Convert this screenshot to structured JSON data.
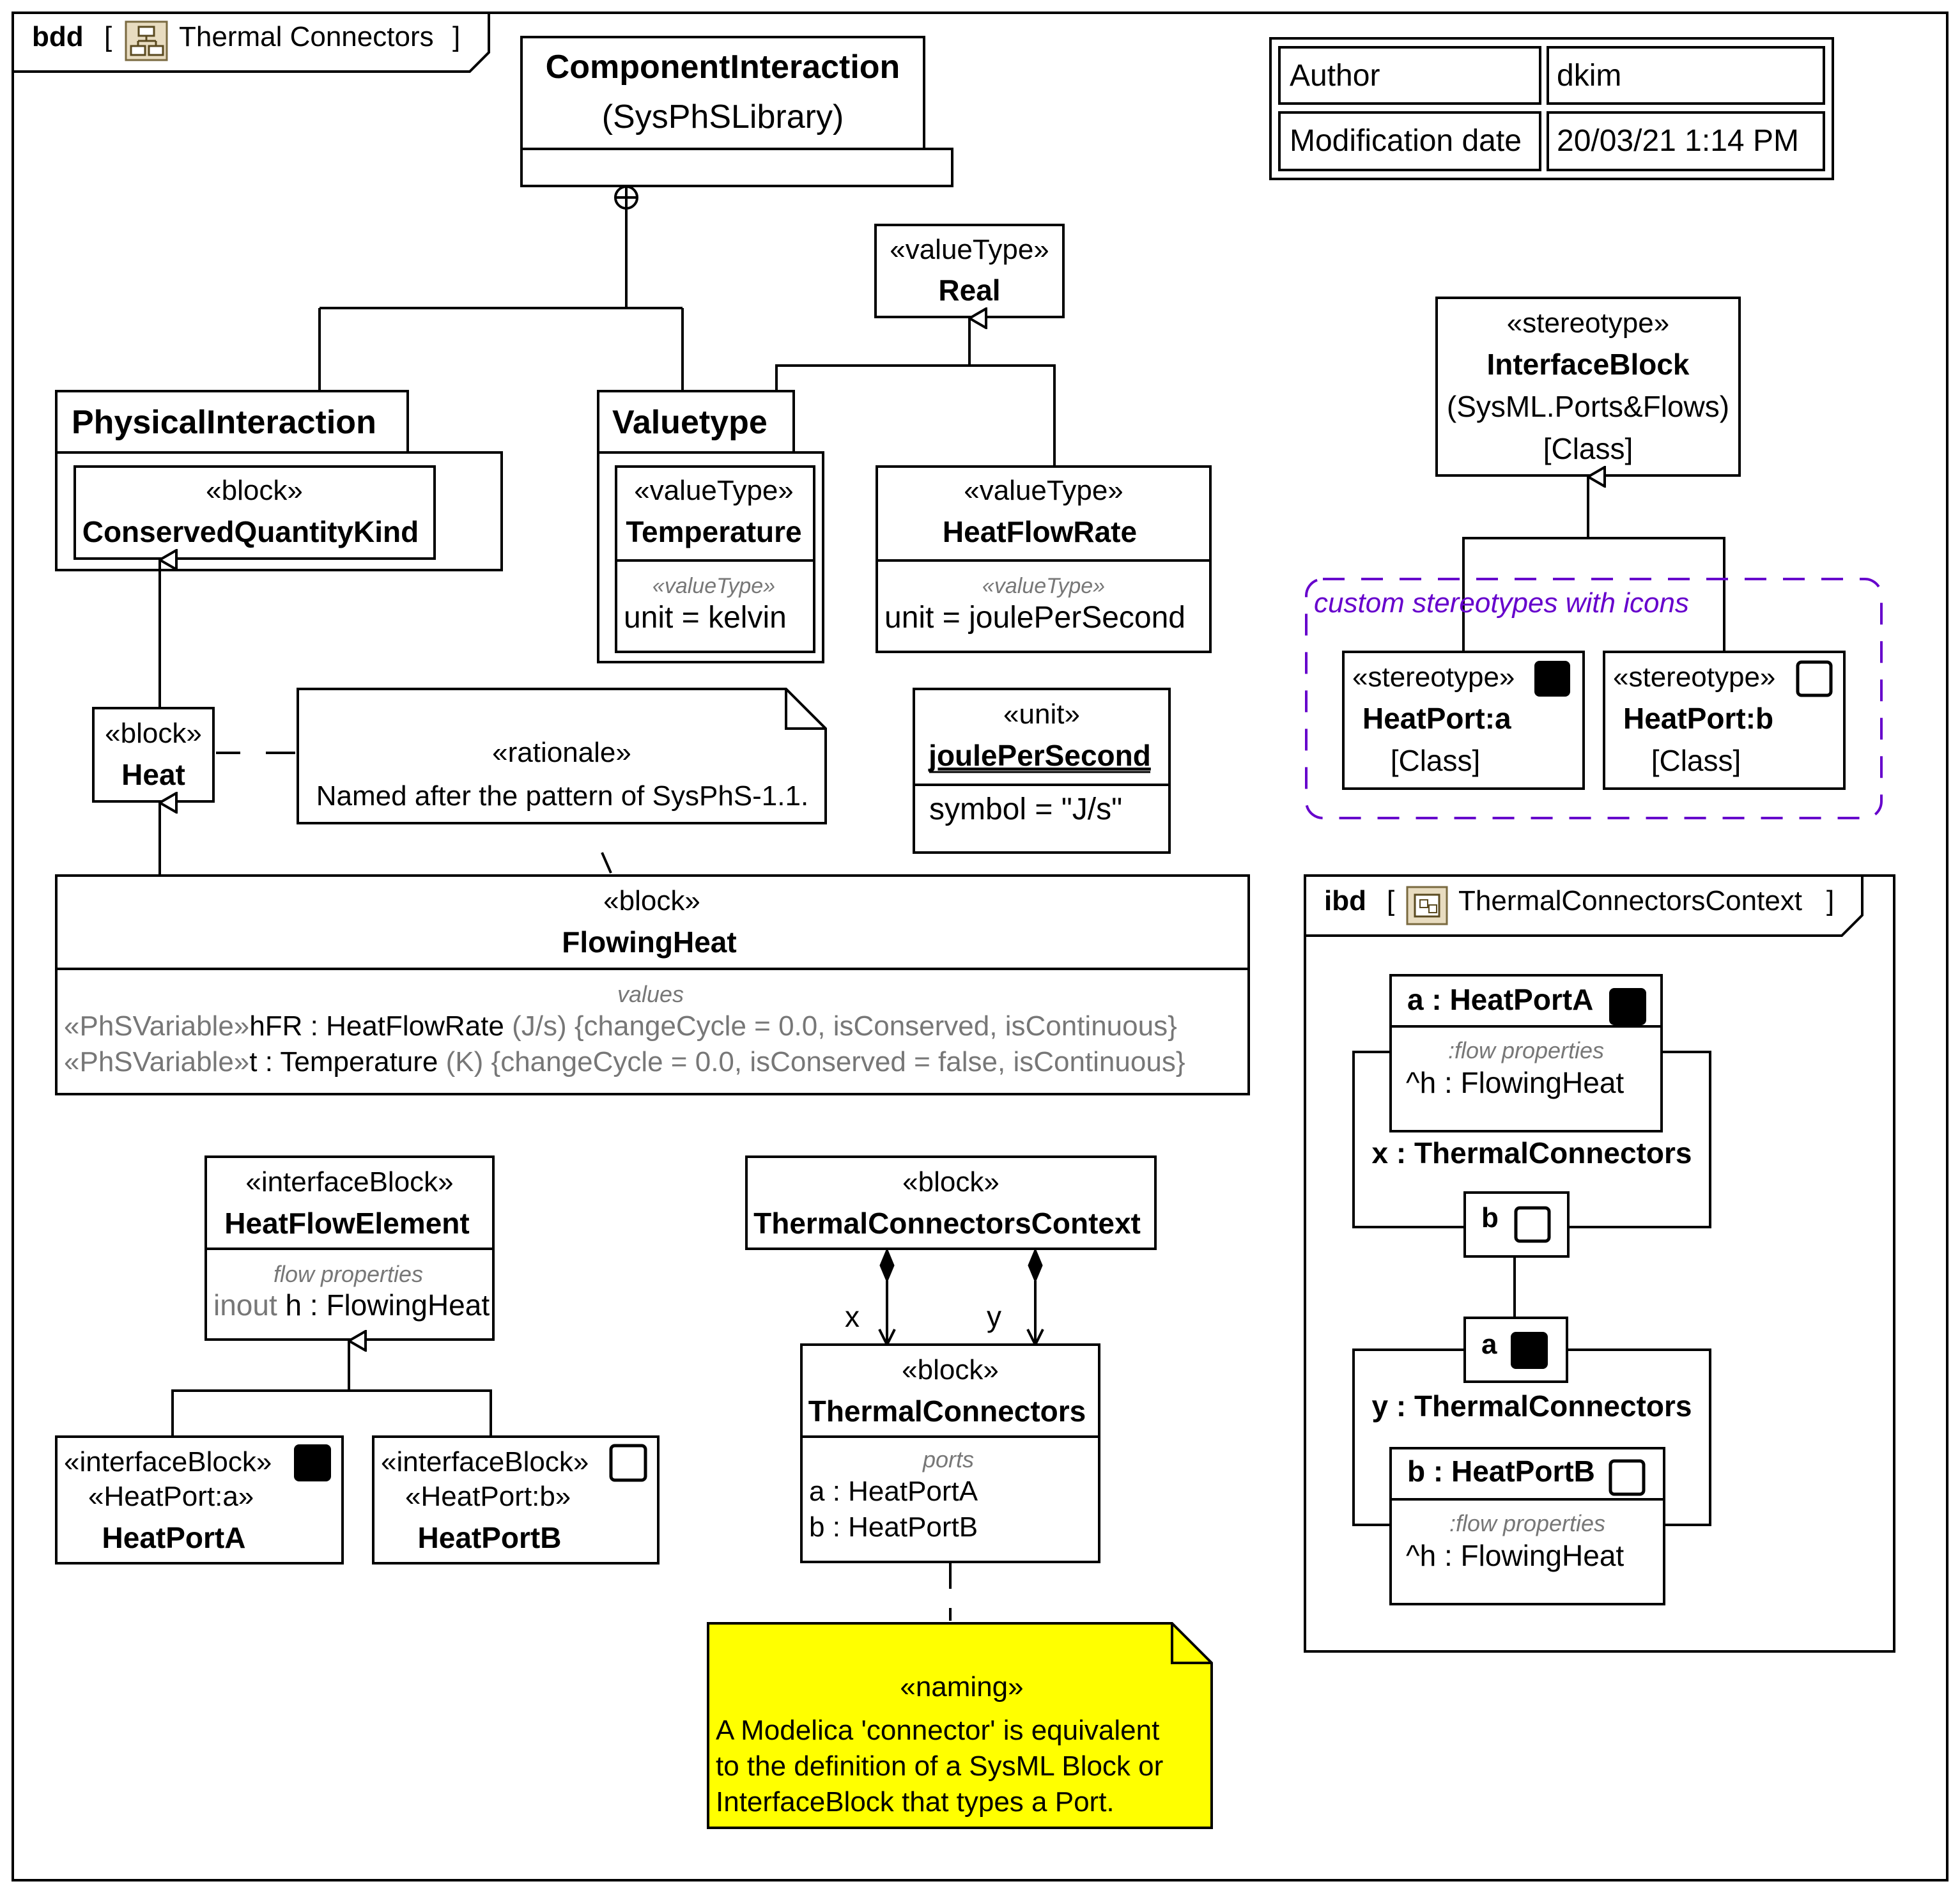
{
  "frame": {
    "kind": "bdd",
    "bracket_open": "[",
    "name": "Thermal Connectors",
    "bracket_close": "]",
    "icon": "bdd-diagram-icon"
  },
  "info_table": {
    "author_label": "Author",
    "author_value": "dkim",
    "date_label": "Modification date",
    "date_value": "20/03/21 1:14 PM"
  },
  "component_interaction": {
    "name": "ComponentInteraction",
    "library": "(SysPhSLibrary)"
  },
  "real_type": {
    "stereotype": "«valueType»",
    "name": "Real"
  },
  "physical_interaction": {
    "name": "PhysicalInteraction",
    "inner_stereotype": "«block»",
    "inner_name": "ConservedQuantityKind"
  },
  "valuetype_pkg": {
    "name": "Valuetype",
    "inner_stereotype": "«valueType»",
    "inner_name": "Temperature",
    "compartment_label": "«valueType»",
    "property": "unit = kelvin"
  },
  "heatflowrate": {
    "stereotype": "«valueType»",
    "name": "HeatFlowRate",
    "compartment_label": "«valueType»",
    "property": "unit = joulePerSecond"
  },
  "interface_block_stereo": {
    "stereotype": "«stereotype»",
    "name": "InterfaceBlock",
    "owner": "(SysML.Ports&Flows)",
    "metaclass": "[Class]"
  },
  "custom_group": {
    "label": "custom stereotypes with icons"
  },
  "heatport_a_stereo": {
    "stereotype": "«stereotype»",
    "name": "HeatPort:a",
    "metaclass": "[Class]",
    "icon": "filled-square-icon"
  },
  "heatport_b_stereo": {
    "stereotype": "«stereotype»",
    "name": "HeatPort:b",
    "metaclass": "[Class]",
    "icon": "empty-square-icon"
  },
  "heat_block": {
    "stereotype": "«block»",
    "name": "Heat"
  },
  "rationale_note": {
    "stereotype": "«rationale»",
    "text": "Named after the pattern of SysPhS-1.1."
  },
  "unit_box": {
    "stereotype": "«unit»",
    "name": "joulePerSecond",
    "property": "symbol = \"J/s\""
  },
  "flowing_heat": {
    "stereotype": "«block»",
    "name": "FlowingHeat",
    "compartment_label": "values",
    "rows": [
      {
        "stereo": "«PhSVariable»",
        "name": "hFR",
        "type": " : HeatFlowRate",
        "unit": " (J/s) ",
        "constraints": "{changeCycle = 0.0, isConserved, isContinuous}"
      },
      {
        "stereo": "«PhSVariable»",
        "name": "t",
        "type": " : Temperature",
        "unit": " (K) ",
        "constraints": "{changeCycle = 0.0, isConserved = false, isContinuous}"
      }
    ]
  },
  "heat_flow_element": {
    "stereotype": "«interfaceBlock»",
    "name": "HeatFlowElement",
    "compartment_label": "flow properties",
    "direction": "inout ",
    "property": "h : FlowingHeat"
  },
  "heatport_a_block": {
    "stereotype": "«interfaceBlock»",
    "stereotype2": "«HeatPort:a»",
    "name": "HeatPortA",
    "icon": "filled-square-icon"
  },
  "heatport_b_block": {
    "stereotype": "«interfaceBlock»",
    "stereotype2": "«HeatPort:b»",
    "name": "HeatPortB",
    "icon": "empty-square-icon"
  },
  "context_block": {
    "stereotype": "«block»",
    "name": "ThermalConnectorsContext"
  },
  "role_x": "x",
  "role_y": "y",
  "thermal_connectors": {
    "stereotype": "«block»",
    "name": "ThermalConnectors",
    "compartment_label": "ports",
    "ports": [
      "a : HeatPortA",
      "b : HeatPortB"
    ]
  },
  "naming_note": {
    "stereotype": "«naming»",
    "lines": [
      "A Modelica 'connector' is equivalent",
      "to the definition of a SysML Block or",
      "InterfaceBlock that types a Port."
    ],
    "color": "#ffff00"
  },
  "ibd": {
    "kind": "ibd",
    "bracket_open": "[",
    "name": "ThermalConnectorsContext",
    "bracket_close": "]",
    "port_a_top": {
      "name": "a : HeatPortA",
      "compartment_label": ":flow properties",
      "property": "^h : FlowingHeat"
    },
    "part_x": "x : ThermalConnectors",
    "port_b_label": "b",
    "port_a_label": "a",
    "part_y": "y : ThermalConnectors",
    "port_b_bottom": {
      "name": "b : HeatPortB",
      "compartment_label": ":flow properties",
      "property": "^h : FlowingHeat"
    }
  }
}
